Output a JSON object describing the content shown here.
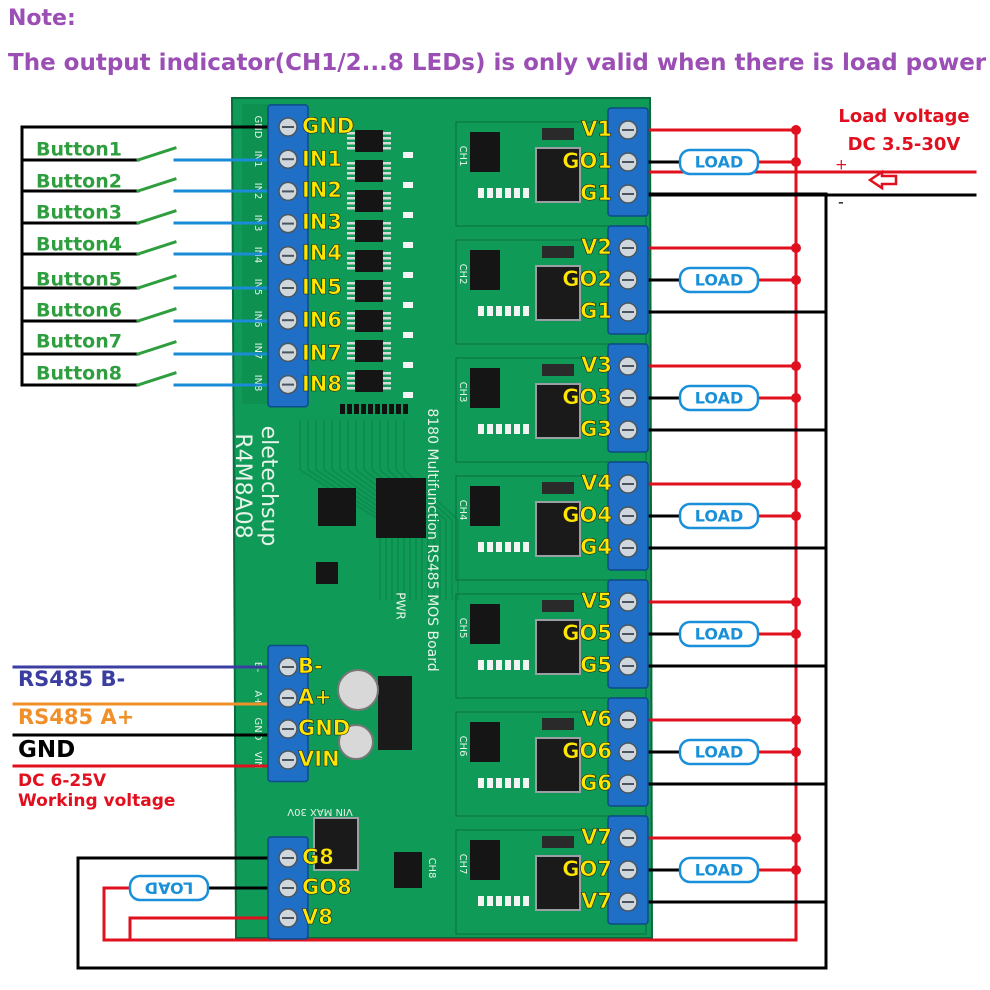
{
  "note": {
    "title": "Note:",
    "text": "The output indicator(CH1/2...8 LEDs) is only valid when there is load power"
  },
  "load_supply": {
    "label_line1": "Load voltage",
    "label_line2": "DC 3.5-30V",
    "plus": "+",
    "minus": "-"
  },
  "buttons": [
    "Button1",
    "Button2",
    "Button3",
    "Button4",
    "Button5",
    "Button6",
    "Button7",
    "Button8"
  ],
  "input_terminals": [
    "GND",
    "IN1",
    "IN2",
    "IN3",
    "IN4",
    "IN5",
    "IN6",
    "IN7",
    "IN8"
  ],
  "silk_input": [
    "GND",
    "IN1",
    "IN2",
    "IN3",
    "IN4",
    "IN5",
    "IN6",
    "IN7",
    "IN8"
  ],
  "output_channels": [
    {
      "v": "V1",
      "go": "GO1",
      "g": "G1",
      "load": "LOAD"
    },
    {
      "v": "V2",
      "go": "GO2",
      "g": "G1",
      "load": "LOAD"
    },
    {
      "v": "V3",
      "go": "GO3",
      "g": "G3",
      "load": "LOAD"
    },
    {
      "v": "V4",
      "go": "GO4",
      "g": "G4",
      "load": "LOAD"
    },
    {
      "v": "V5",
      "go": "GO5",
      "g": "G5",
      "load": "LOAD"
    },
    {
      "v": "V6",
      "go": "GO6",
      "g": "G6",
      "load": "LOAD"
    },
    {
      "v": "V7",
      "go": "GO7",
      "g": "V7",
      "load": "LOAD"
    }
  ],
  "ch8": {
    "g": "G8",
    "go": "GO8",
    "v": "V8",
    "load": "LOAD"
  },
  "power_terminals": [
    "B-",
    "A+",
    "GND",
    "VIN"
  ],
  "power_silk": [
    "B-",
    "A+",
    "GND",
    "VIN"
  ],
  "power_legend": {
    "b": "RS485 B-",
    "a": "RS485 A+",
    "gnd": "GND",
    "dc_line1": "DC 6-25V",
    "dc_line2": "Working voltage"
  },
  "board": {
    "brand": "eletechsup",
    "model": "R4M8A08",
    "description": "8180 Multifunction RS485 MOS Board",
    "vin_note": "VIN MAX 30V",
    "channels": [
      "CH1",
      "CH2",
      "CH3",
      "CH4",
      "CH5",
      "CH6",
      "CH7",
      "CH8"
    ],
    "pwr_label": "PWR"
  },
  "colors": {
    "board": "#0f9a57",
    "board_dark": "#0b7d46",
    "terminal_blue": "#1e6fc5",
    "label_yellow": "#ffe600",
    "note_purple": "#9b4fb5",
    "wire_red": "#e0101f",
    "wire_black": "#000000",
    "wire_blue": "#1a8bd6",
    "button_green": "#2e9e3e",
    "rs485_b": "#3b3ea0",
    "rs485_a": "#f0902a",
    "load_box": "#1a90d8"
  }
}
